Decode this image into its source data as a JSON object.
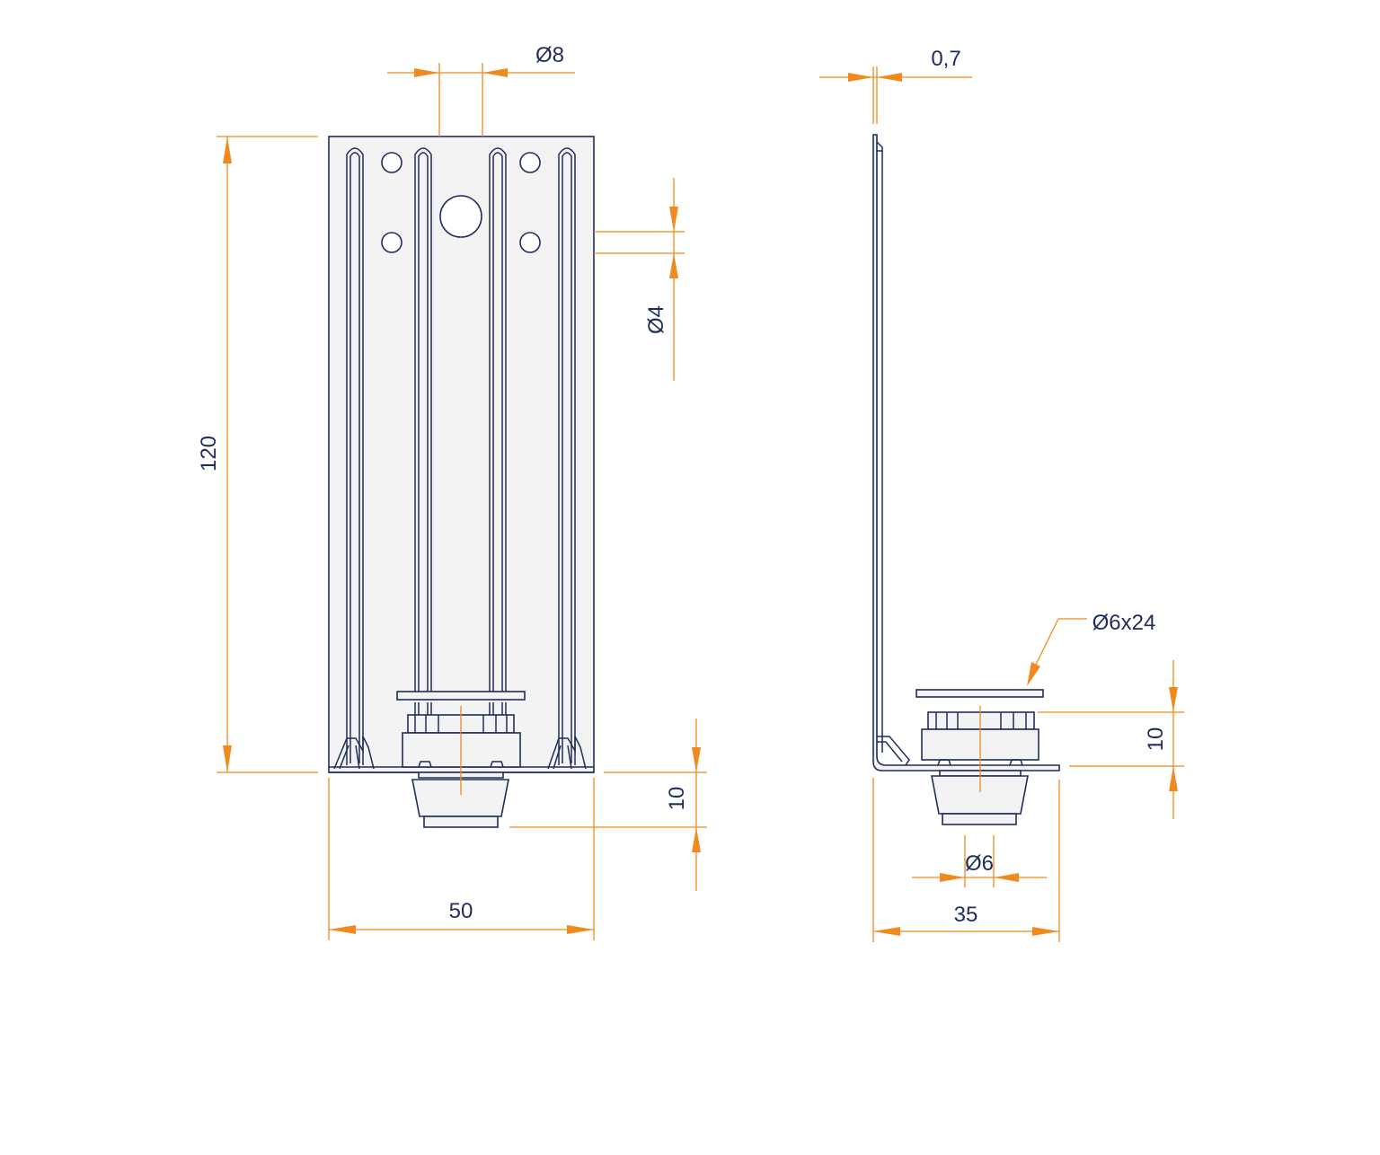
{
  "colors": {
    "line": "#1f2d5a",
    "dimension": "#f08a1e",
    "fill": "#f3f3f4"
  },
  "dimensions": {
    "diameter_top": "Ø8",
    "diameter_hole": "Ø4",
    "height": "120",
    "width_front": "50",
    "foot_height_front": "10",
    "thickness": "0,7",
    "bolt": "Ø6x24",
    "nut_height_side": "10",
    "diameter_bottom": "Ø6",
    "width_side": "35"
  }
}
